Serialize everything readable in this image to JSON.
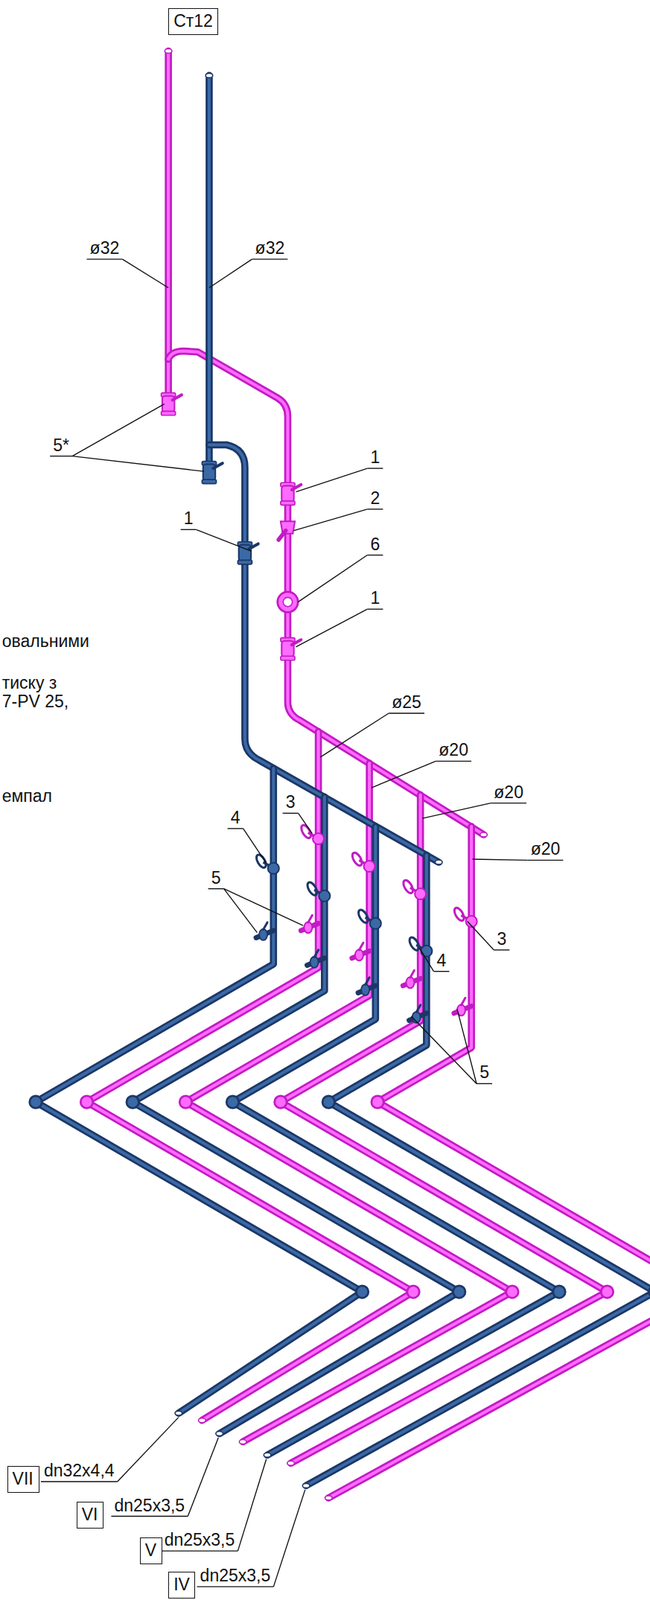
{
  "diagram": {
    "nodes": [
      {
        "text": [
          "Ст12"
        ]
      },
      {
        "text": [
          "VII"
        ]
      },
      {
        "text": [
          "VI"
        ]
      },
      {
        "text": [
          "V"
        ]
      },
      {
        "text": [
          "IV"
        ]
      }
    ],
    "labels": [
      "ø32",
      "ø32",
      "5*",
      "1",
      "2",
      "1",
      "6",
      "1",
      "овальними",
      "тиску з",
      "7-PV 25,",
      "ø25",
      "ø20",
      "емпал",
      "ø20",
      "3",
      "4",
      "ø20",
      "5",
      "3",
      "4",
      "5",
      "dn32x4,4",
      "dn25x3,5",
      "dn25x3,5",
      "dn25x3,5"
    ]
  }
}
